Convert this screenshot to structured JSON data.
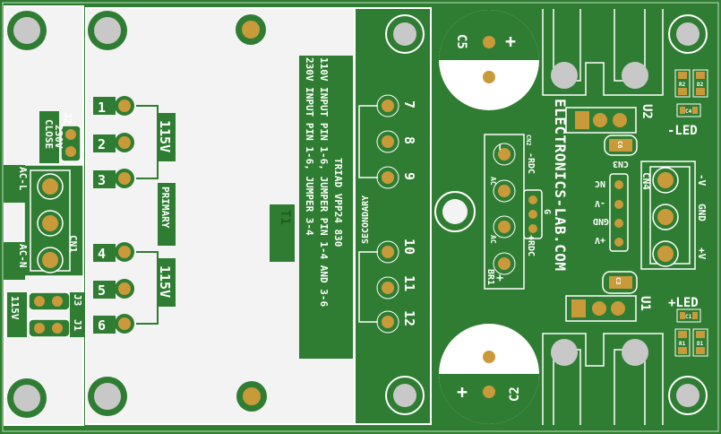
{
  "colors": {
    "board": "#2f7d32",
    "board_dark": "#1e5c22",
    "copper_free": "#f3f3f3",
    "pad": "#c99a3a",
    "silkscreen": "#ffffff",
    "hole": "#c8c8c8"
  },
  "transformer": {
    "ref": "T1",
    "notes": [
      "230V INPUT PIN 1-6, JUMPER 3-4",
      "110V INPUT PIN 1-6, JUMPER PIN 1-4 AND 3-6",
      "TRIAD VPP24 830"
    ],
    "primary_label": "PRIMARY",
    "secondary_label": "SECONDARY",
    "primary_winding_label": "115V",
    "primary_pins": [
      "1",
      "2",
      "3",
      "4",
      "5",
      "6"
    ],
    "secondary_pins": [
      "7",
      "8",
      "9",
      "10",
      "11",
      "12"
    ]
  },
  "input": {
    "connector_ref": "CN1",
    "ac_l": "AC-L",
    "ac_n": "AC-N",
    "j2_ref": "J2",
    "j2_label": "230V",
    "j2_sub": "CLOSE",
    "j3_ref": "J3",
    "j1_ref": "J1",
    "j_label": "115V"
  },
  "rectifier": {
    "ref": "BR1",
    "ac_top": "AC",
    "ac_bottom": "AC",
    "minus": "−",
    "plus": "+",
    "cn2_ref": "CN2",
    "rdc_minus": "-RDC",
    "rdc_plus": "+RDC",
    "g": "G"
  },
  "brand": {
    "text": "ELECTRONICS-LAB.COM"
  },
  "capacitors": {
    "c5": "C5",
    "c2": "C2",
    "c6": "C6",
    "c3": "C3",
    "c4": "C4",
    "c1": "C1",
    "plus": "+"
  },
  "regulators": {
    "u2": "U2",
    "u1": "U1"
  },
  "cn3": {
    "ref": "CN3",
    "pins": [
      "NC",
      "-V",
      "GND",
      "+V"
    ]
  },
  "cn4": {
    "ref": "CN4",
    "pins": [
      "-V",
      "GND",
      "+V"
    ]
  },
  "leds": {
    "minus_led": "-LED",
    "plus_led": "+LED",
    "r2": "R2",
    "d2": "D2",
    "r1": "R1",
    "d1": "D1"
  }
}
